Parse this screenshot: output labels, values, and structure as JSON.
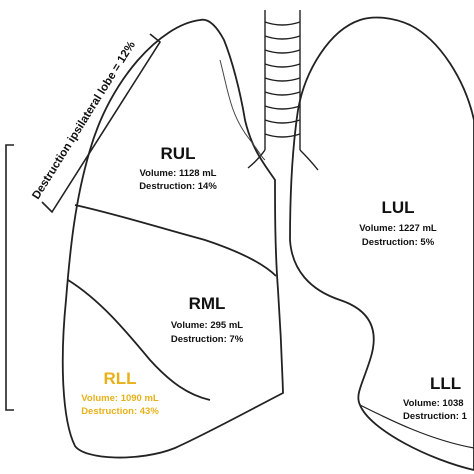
{
  "bracket_label": "Destruction ipsilateral lobe = 12%",
  "lobes": [
    {
      "id": "rul",
      "name": "RUL",
      "volume": "Volume: 1128 mL",
      "destruction": "Destruction: 14%"
    },
    {
      "id": "rml",
      "name": "RML",
      "volume": "Volume: 295 mL",
      "destruction": "Destruction: 7%"
    },
    {
      "id": "rll",
      "name": "RLL",
      "volume": "Volume: 1090 mL",
      "destruction": "Destruction: 43%"
    },
    {
      "id": "lul",
      "name": "LUL",
      "volume": "Volume: 1227 mL",
      "destruction": "Destruction: 5%"
    },
    {
      "id": "lll",
      "name": "LLL",
      "volume": "Volume: 1038",
      "destruction": "Destruction: 1"
    }
  ],
  "colors": {
    "highlight": "#e8b11a",
    "outline": "#222222",
    "text": "#111111"
  }
}
